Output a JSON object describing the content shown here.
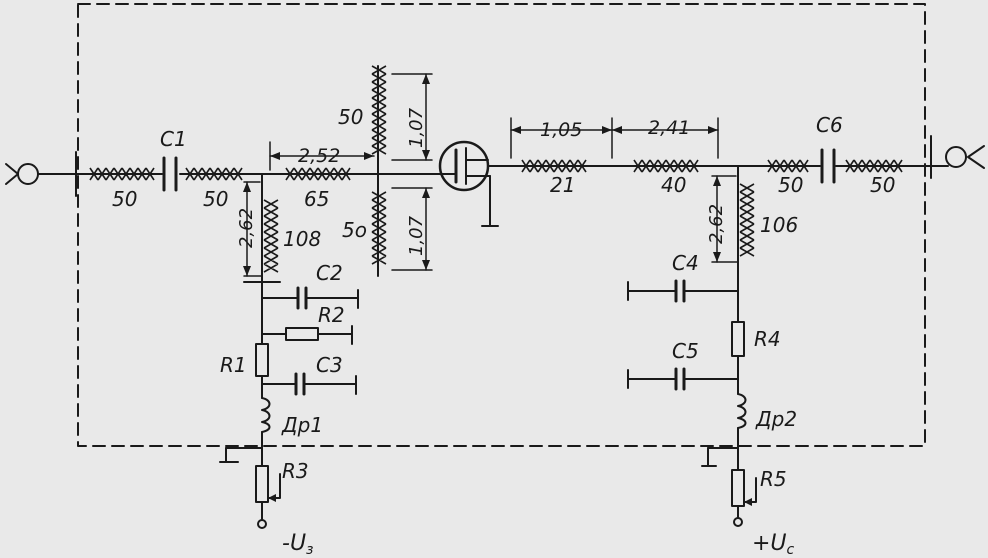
{
  "colors": {
    "paper": "#e9e9e9",
    "ink": "#1a1a1a"
  },
  "components": {
    "C1": "C1",
    "C2": "C2",
    "C3": "C3",
    "C4": "C4",
    "C5": "C5",
    "C6": "C6",
    "R1": "R1",
    "R2": "R2",
    "R3": "R3",
    "R4": "R4",
    "R5": "R5",
    "Dr1": "Др1",
    "Dr2": "Др2"
  },
  "impedances": {
    "in_line": "50",
    "after_c1": "50",
    "series_1": "65",
    "stub_1": "108",
    "open_stub_top": "50",
    "open_stub_bottom": "5o",
    "out_line_1": "21",
    "out_line_2": "40",
    "out_line_3": "50",
    "out_line_4": "50",
    "stub_2": "106"
  },
  "dimensions": {
    "series_1_len": "2,52",
    "stub_1_len": "2,62",
    "open_stub_top_len": "1,07",
    "open_stub_bottom_len": "1,07",
    "out_line_1_len": "1,05",
    "out_line_2_len": "2,41",
    "stub_2_len": "2,62"
  },
  "supplies": {
    "gate": "-U",
    "gate_sub": "з",
    "drain": "+U",
    "drain_sub": "c"
  },
  "icons": [
    "input-connector-icon",
    "output-connector-icon",
    "transistor-icon",
    "ground-icon"
  ]
}
